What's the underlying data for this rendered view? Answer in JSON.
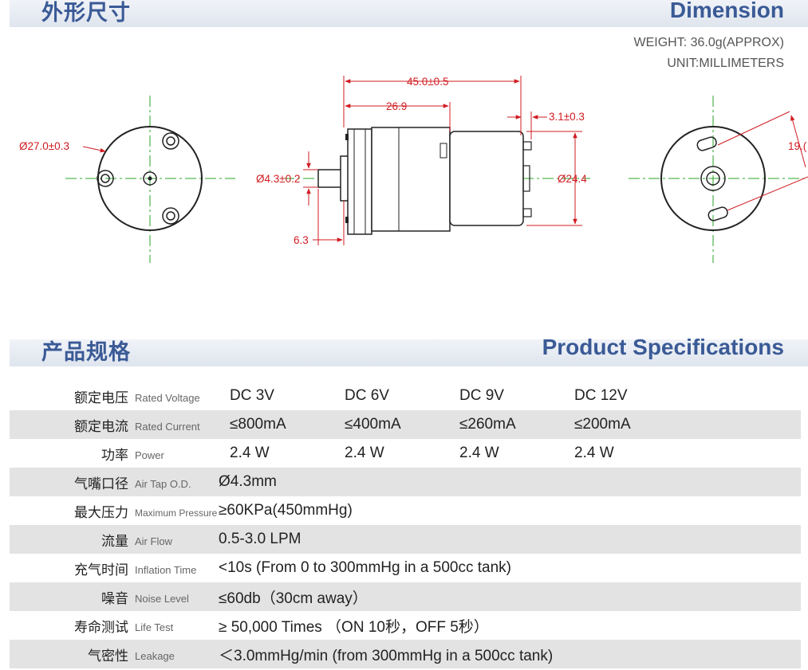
{
  "dimension_header": {
    "cn": "外形尺寸",
    "en": "Dimension"
  },
  "notes": {
    "weight": "WEIGHT: 36.0g(APPROX)",
    "unit": "UNIT:MILLIMETERS"
  },
  "dimensions": {
    "outer_diameter": "Ø27.0±0.3",
    "total_length": "45.0±0.5",
    "body_length": "26.9",
    "terminal_gap": "3.1±0.3",
    "tap_diameter": "Ø4.3±0.2",
    "motor_diameter": "Ø24.4",
    "tap_length": "6.3",
    "back_partial": "19.("
  },
  "colors": {
    "title": "#3a5a96",
    "dimension": "#d01c22",
    "centerline": "#2aa62a",
    "row_shade": "#e3e3e3"
  },
  "spec_header": {
    "cn": "产品规格",
    "en": "Product Specifications"
  },
  "specs": {
    "voltage": {
      "cn": "额定电压",
      "en": "Rated Voltage",
      "values": [
        "DC 3V",
        "DC 6V",
        "DC 9V",
        "DC 12V"
      ]
    },
    "current": {
      "cn": "额定电流",
      "en": "Rated Current",
      "values": [
        "≤800mA",
        "≤400mA",
        "≤260mA",
        "≤200mA"
      ]
    },
    "power": {
      "cn": "功率",
      "en": "Power",
      "values": [
        "2.4 W",
        "2.4 W",
        "2.4 W",
        "2.4 W"
      ]
    },
    "tap": {
      "cn": "气嘴口径",
      "en": "Air Tap O.D.",
      "value": "Ø4.3mm"
    },
    "pressure": {
      "cn": "最大压力",
      "en": "Maximum Pressure",
      "value": "≥60KPa(450mmHg)"
    },
    "flow": {
      "cn": "流量",
      "en": "Air Flow",
      "value": "0.5-3.0 LPM"
    },
    "inflation": {
      "cn": "充气时间",
      "en": "Inflation Time",
      "value": "<10s (From 0 to 300mmHg in a 500cc tank)"
    },
    "noise": {
      "cn": "噪音",
      "en": "Noise Level",
      "value": "≤60db（30cm away）"
    },
    "life": {
      "cn": "寿命测试",
      "en": "Life Test",
      "value": "≥ 50,000 Times （ON 10秒，OFF 5秒）"
    },
    "leakage": {
      "cn": "气密性",
      "en": "Leakage",
      "value": "＜3.0mmHg/min (from 300mmHg in a 500cc tank)"
    }
  }
}
